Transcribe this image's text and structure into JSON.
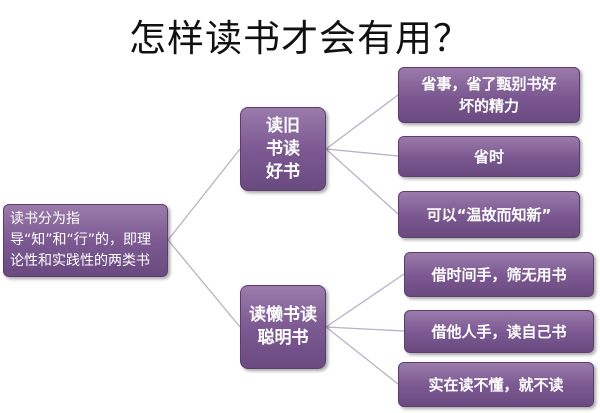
{
  "title": "怎样读书才会有用？",
  "root": {
    "text": "读书分为指导“知”和“行”的，即理论性和实践性的两类书"
  },
  "branches": [
    {
      "label": "读旧书读好书",
      "leaves": [
        "省事，省了甄别书好坏的精力",
        "省时",
        "可以“温故而知新”"
      ]
    },
    {
      "label": "读懒书读聪明书",
      "leaves": [
        "借时间手，筛无用书",
        "借他人手，读自己书",
        "实在读不懂，就不读"
      ]
    }
  ],
  "colors": {
    "node_fill": "#7a5790",
    "node_border": "#5b3e6e",
    "connector": "#b9b0c6",
    "text": "#ffffff"
  }
}
